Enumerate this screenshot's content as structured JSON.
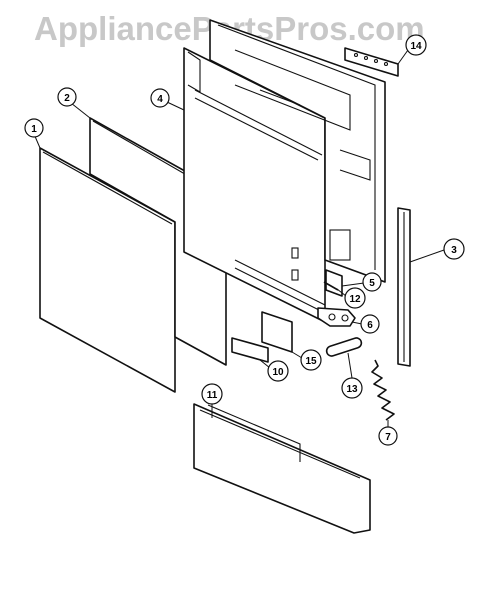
{
  "watermark": "AppliancePartsPros.com",
  "callouts": [
    {
      "id": "1",
      "label": "1"
    },
    {
      "id": "2",
      "label": "2"
    },
    {
      "id": "3",
      "label": "3"
    },
    {
      "id": "4",
      "label": "4"
    },
    {
      "id": "5",
      "label": "5"
    },
    {
      "id": "6",
      "label": "6"
    },
    {
      "id": "7",
      "label": "7"
    },
    {
      "id": "10",
      "label": "10"
    },
    {
      "id": "11",
      "label": "11"
    },
    {
      "id": "12",
      "label": "12"
    },
    {
      "id": "13",
      "label": "13"
    },
    {
      "id": "14",
      "label": "14"
    },
    {
      "id": "15",
      "label": "15"
    }
  ]
}
